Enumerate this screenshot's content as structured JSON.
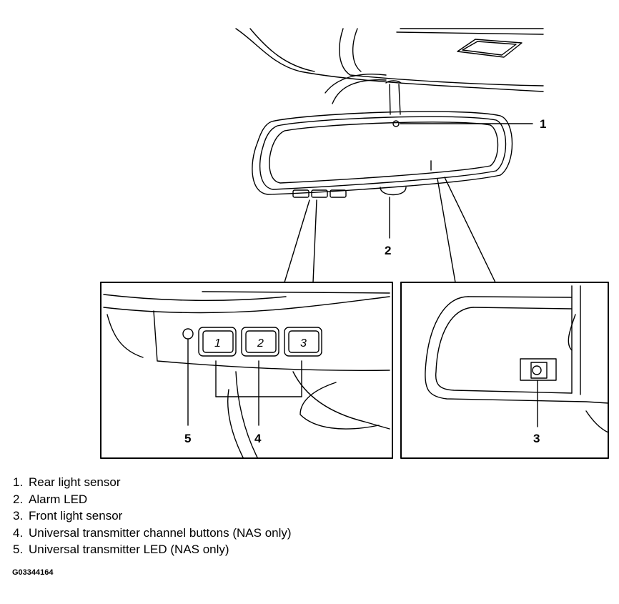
{
  "callouts": {
    "c1": "1",
    "c2": "2",
    "c3": "3",
    "c4": "4",
    "c5": "5"
  },
  "button_labels": [
    "1",
    "2",
    "3"
  ],
  "legend": [
    {
      "num": "1.",
      "text": "Rear light sensor"
    },
    {
      "num": "2.",
      "text": "Alarm LED"
    },
    {
      "num": "3.",
      "text": "Front light sensor"
    },
    {
      "num": "4.",
      "text": "Universal transmitter channel buttons (NAS only)"
    },
    {
      "num": "5.",
      "text": "Universal transmitter LED (NAS only)"
    }
  ],
  "figure_id": "G03344164"
}
